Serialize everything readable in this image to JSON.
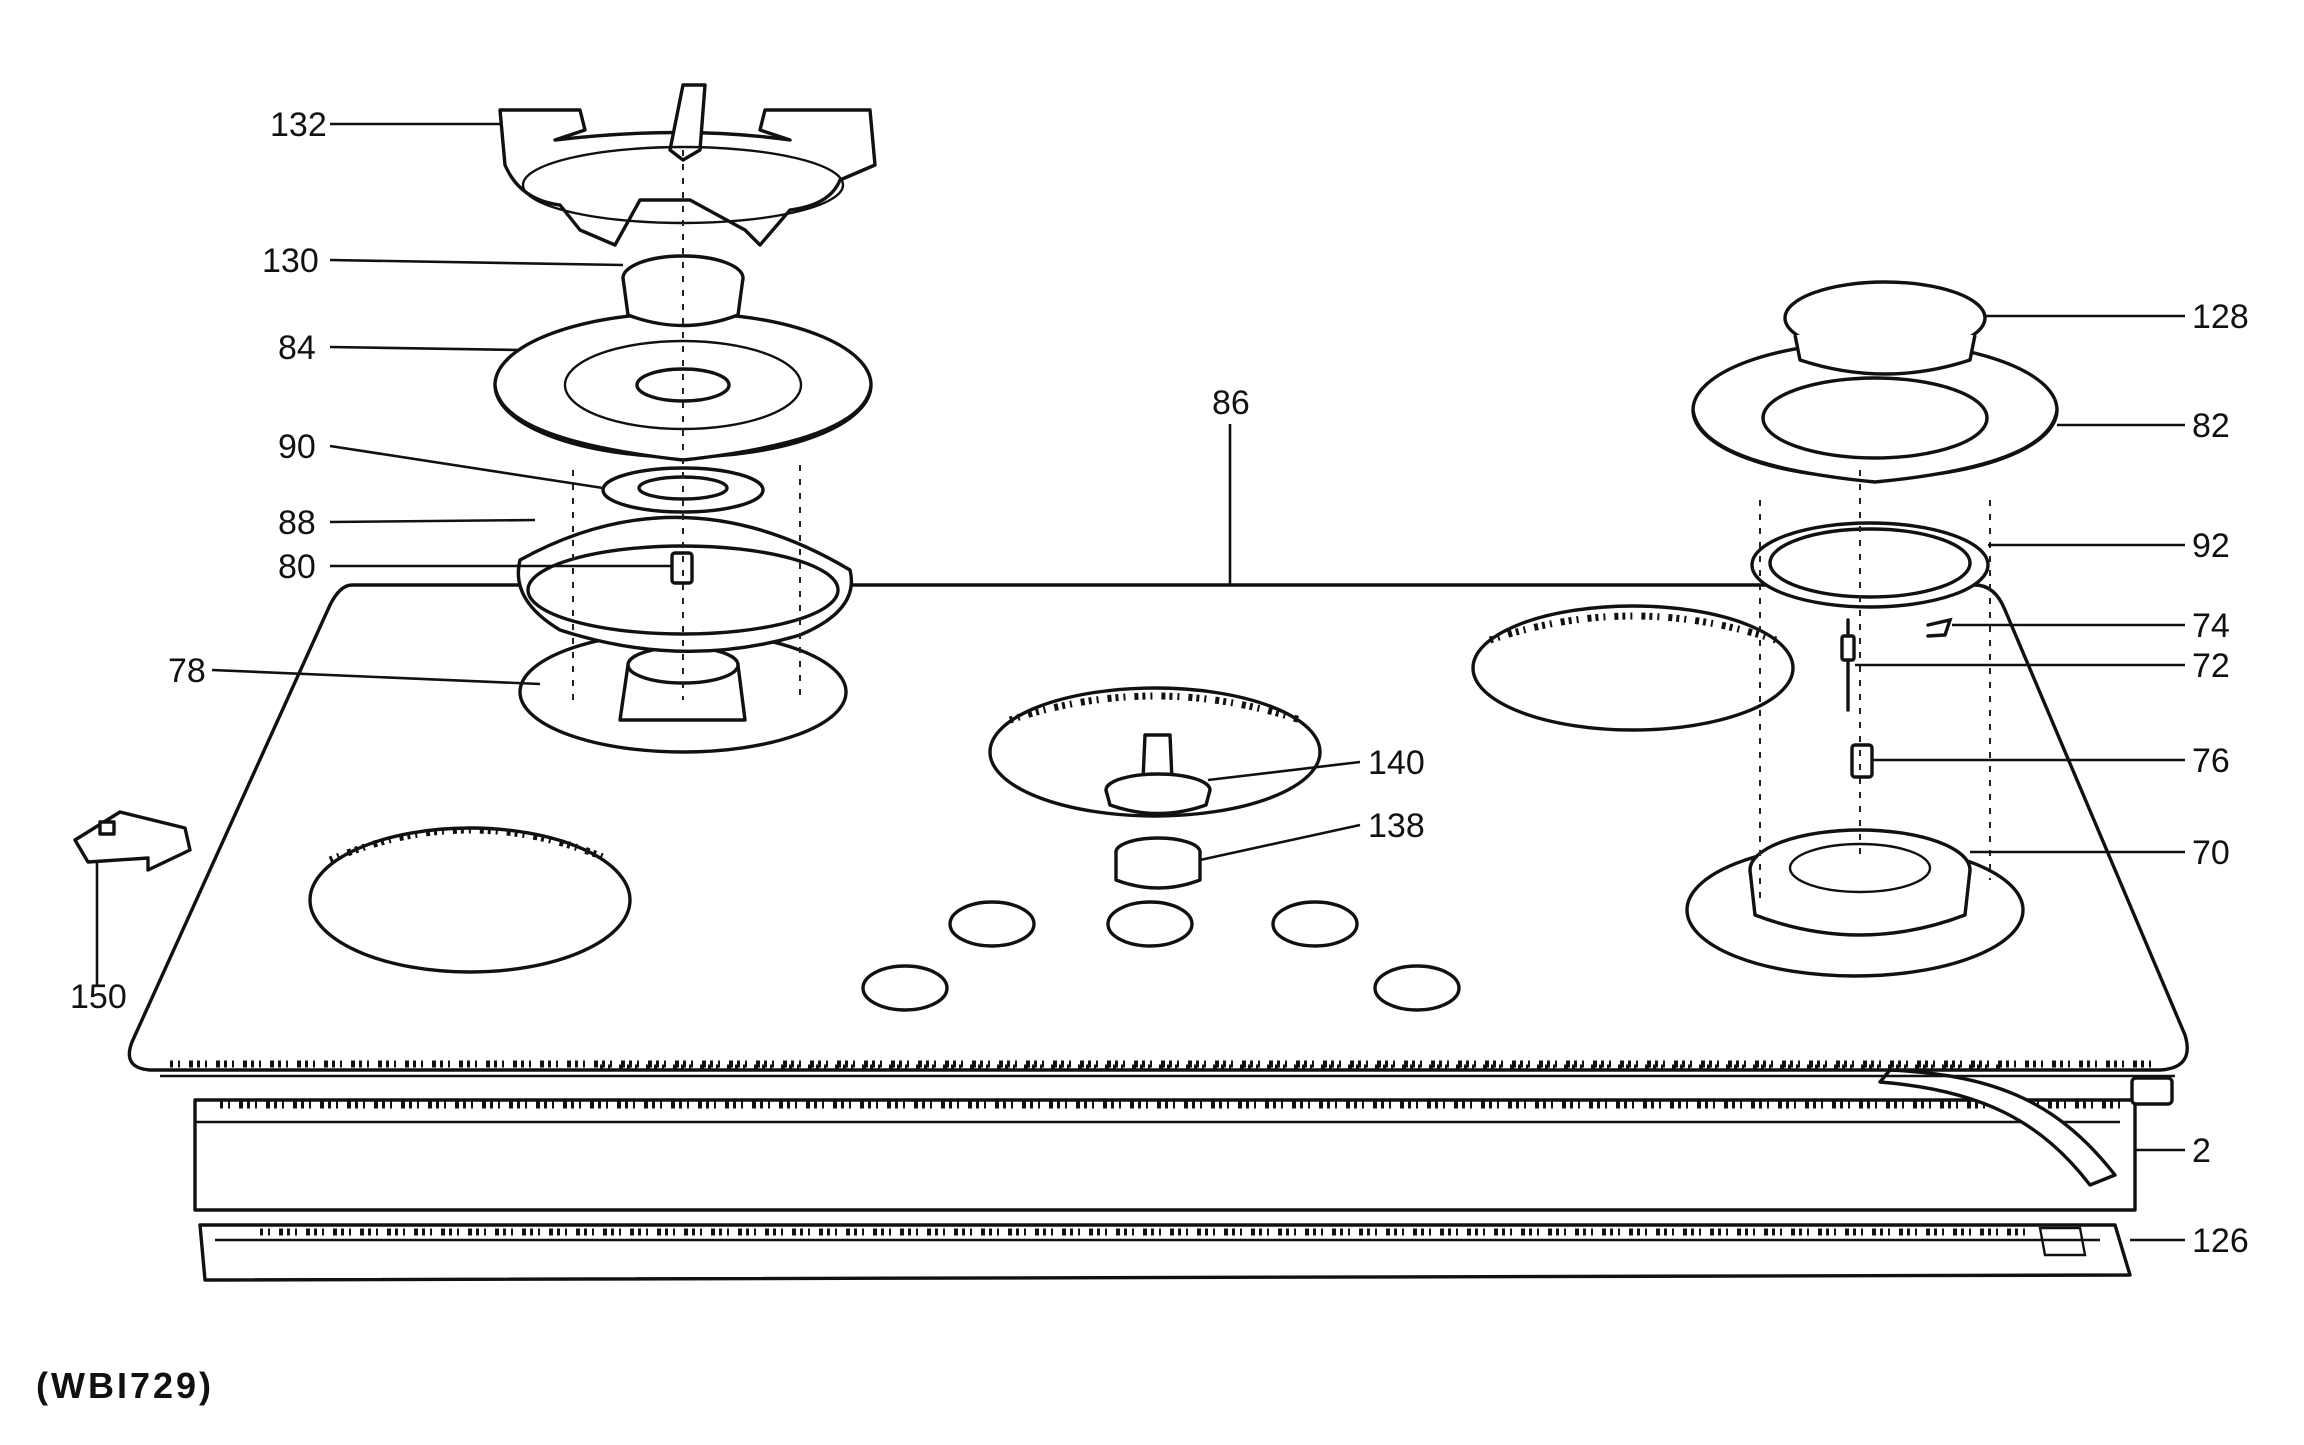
{
  "diagram": {
    "code": "(WBI729)",
    "labels": [
      {
        "id": "p132",
        "text": "132"
      },
      {
        "id": "p130",
        "text": "130"
      },
      {
        "id": "p84",
        "text": "84"
      },
      {
        "id": "p90",
        "text": "90"
      },
      {
        "id": "p88",
        "text": "88"
      },
      {
        "id": "p80",
        "text": "80"
      },
      {
        "id": "p78",
        "text": "78"
      },
      {
        "id": "p150",
        "text": "150"
      },
      {
        "id": "p86",
        "text": "86"
      },
      {
        "id": "p140",
        "text": "140"
      },
      {
        "id": "p138",
        "text": "138"
      },
      {
        "id": "p128",
        "text": "128"
      },
      {
        "id": "p82",
        "text": "82"
      },
      {
        "id": "p92",
        "text": "92"
      },
      {
        "id": "p74",
        "text": "74"
      },
      {
        "id": "p72",
        "text": "72"
      },
      {
        "id": "p76",
        "text": "76"
      },
      {
        "id": "p70",
        "text": "70"
      },
      {
        "id": "p2",
        "text": "2"
      },
      {
        "id": "p126",
        "text": "126"
      }
    ]
  }
}
